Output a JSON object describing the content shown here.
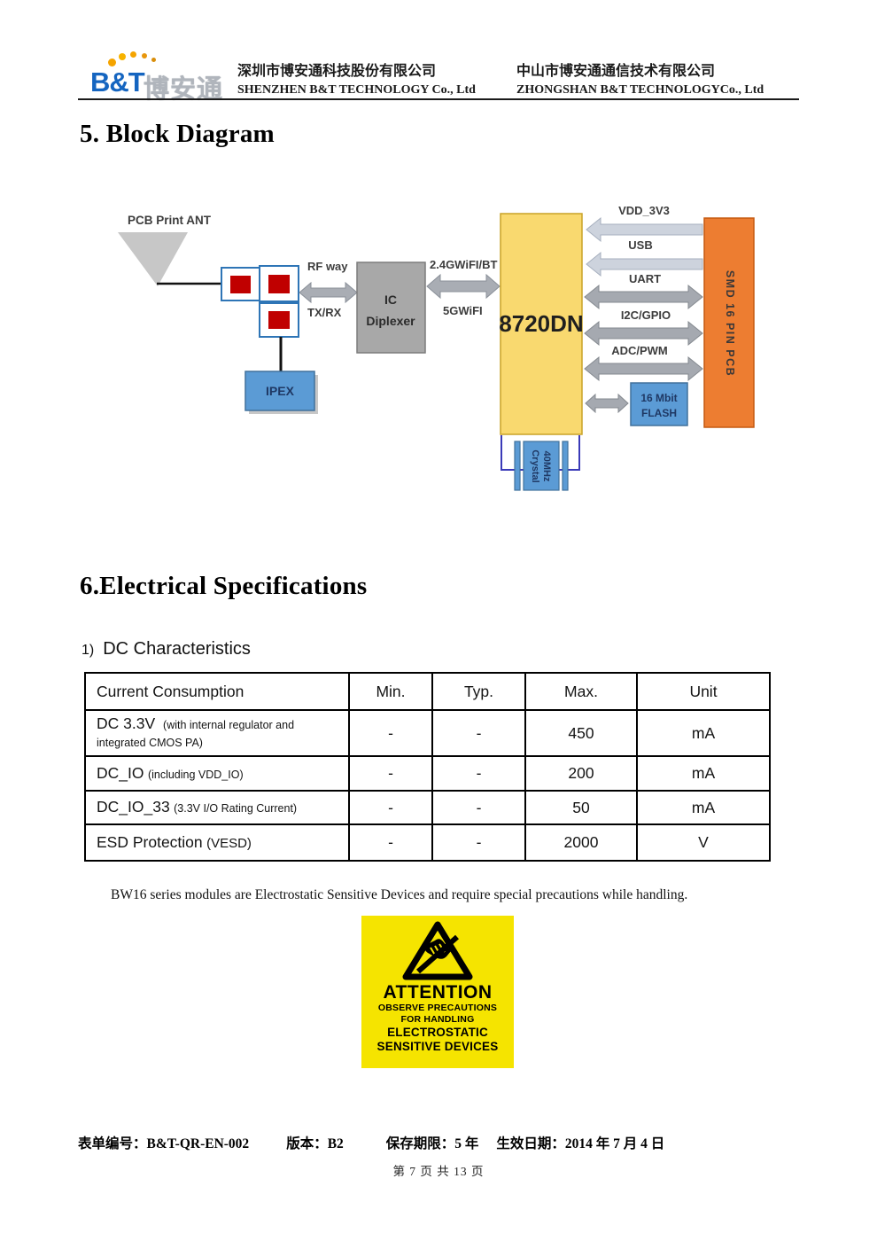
{
  "header": {
    "logo": {
      "bt": "B&T",
      "cn": "博安通"
    },
    "companies": [
      {
        "cn": "深圳市博安通科技股份有限公司",
        "en": "SHENZHEN B&T TECHNOLOGY Co., Ltd"
      },
      {
        "cn": "中山市博安通通信技术有限公司",
        "en": "ZHONGSHAN B&T TECHNOLOGYCo., Ltd"
      }
    ]
  },
  "section5": {
    "title": "5.  Block Diagram"
  },
  "diagram": {
    "ant_label": "PCB Print ANT",
    "rf_way": "RF way",
    "tx_rx": "TX/RX",
    "diplexer_line1": "IC",
    "diplexer_line2": "Diplexer",
    "wifi24": "2.4GWiFI/BT",
    "wifi5": "5GWiFI",
    "chip": "8720DN",
    "vdd": "VDD_3V3",
    "usb": "USB",
    "uart": "UART",
    "i2c": "I2C/GPIO",
    "adc": "ADC/PWM",
    "flash_line1": "16 Mbit",
    "flash_line2": "FLASH",
    "smd": "SMD  16  PIN  PCB",
    "crystal_line1": "40MHz",
    "crystal_line2": "Crystal",
    "ipex": "IPEX"
  },
  "section6": {
    "title": "6.Electrical Specifications",
    "sub_num": "1)",
    "sub_title": "DC Characteristics"
  },
  "table": {
    "headers": [
      "Current Consumption",
      "Min.",
      "Typ.",
      "Max.",
      "Unit"
    ],
    "rows": [
      {
        "main": "DC 3.3V",
        "note": "(with  internal regulator and integrated CMOS PA)",
        "min": "-",
        "typ": "-",
        "max": "450",
        "unit": "mA"
      },
      {
        "main": "DC_IO",
        "note": "(including VDD_IO)",
        "min": "-",
        "typ": "-",
        "max": "200",
        "unit": "mA"
      },
      {
        "main": "DC_IO_33",
        "note": "(3.3V I/O Rating Current)",
        "min": "-",
        "typ": "-",
        "max": "50",
        "unit": "mA"
      },
      {
        "main": "ESD Protection",
        "note": "(VESD)",
        "min": "-",
        "typ": "-",
        "max": "2000",
        "unit": "V"
      }
    ]
  },
  "esd_note": "BW16 series modules are Electrostatic Sensitive Devices and require special precautions while handling.",
  "warning": {
    "title": "ATTENTION",
    "line1": "OBSERVE PRECAUTIONS",
    "line2": "FOR HANDLING",
    "line3": "ELECTROSTATIC",
    "line4": "SENSITIVE DEVICES"
  },
  "footer": {
    "form": "表单编号：B&T-QR-EN-002",
    "version": "版本：B2",
    "retention": "保存期限：5 年",
    "effective": "生效日期：2014 年 7 月 4 日",
    "page": "第 7 页 共 13 页"
  },
  "colors": {
    "chip_yellow": "#F9D96F",
    "pcb_orange": "#ED7D31",
    "box_blue": "#5B9BD5",
    "pad_red": "#C00000",
    "warning_yellow": "#F5E400",
    "logo_blue": "#1565C0"
  }
}
